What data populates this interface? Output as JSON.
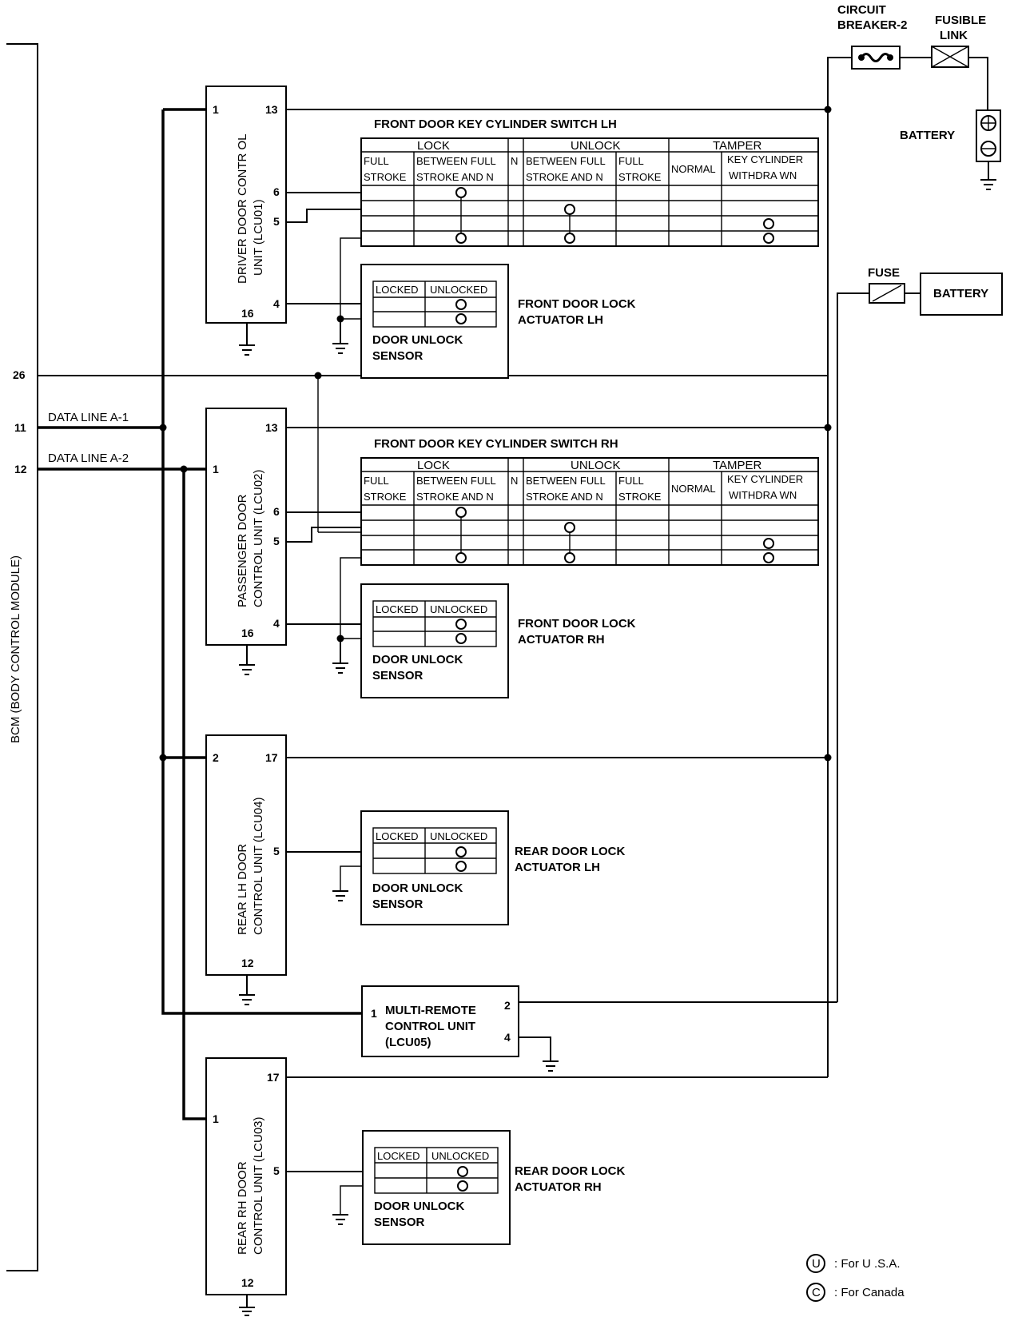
{
  "bcm": {
    "label": "BCM (BODY CONTROL MODULE)",
    "pins": {
      "p26": "26",
      "p11": "11",
      "p12": "12"
    }
  },
  "data_lines": {
    "a1": "DATA LINE A-1",
    "a2": "DATA LINE A-2"
  },
  "power": {
    "circuit_breaker": {
      "line1": "CIRCUIT",
      "line2": "BREAKER-2"
    },
    "fusible_link": {
      "line1": "FUSIBLE",
      "line2": "LINK"
    },
    "battery_top": "BATTERY",
    "fuse": "FUSE",
    "battery_canada": "BATTERY"
  },
  "units": {
    "lcu01": {
      "line1": "DRIVER DOOR CONTR OL",
      "line2": "UNIT (LCU01)",
      "pins": [
        "1",
        "13",
        "6",
        "5",
        "4",
        "16"
      ]
    },
    "lcu02": {
      "line1": "PASSENGER DOOR",
      "line2": "CONTROL UNIT (LCU02)",
      "pins": [
        "13",
        "1",
        "6",
        "5",
        "4",
        "16"
      ]
    },
    "lcu04": {
      "line1": "REAR LH DOOR",
      "line2": "CONTROL UNIT (LCU04)",
      "pins": [
        "2",
        "17",
        "5",
        "12"
      ]
    },
    "lcu05": {
      "line1": "MULTI-REMOTE",
      "line2": "CONTROL UNIT",
      "line3": "(LCU05)",
      "pins": [
        "1",
        "2",
        "4"
      ]
    },
    "lcu03": {
      "line1": "REAR RH DOOR",
      "line2": "CONTROL UNIT (LCU03)",
      "pins": [
        "17",
        "1",
        "5",
        "12"
      ]
    }
  },
  "key_switch_lh": {
    "title": "FRONT DOOR KEY CYLINDER SWITCH LH",
    "lock": "LOCK",
    "unlock": "UNLOCK",
    "tamper": "TAMPER",
    "full": "FULL",
    "stroke": "STROKE",
    "between_1": "BETWEEN FULL",
    "between_2": "STROKE AND N",
    "n": "N",
    "normal": "NORMAL",
    "key_cyl_1": "KEY CYLINDER",
    "key_cyl_2": "WITHDRA WN"
  },
  "key_switch_rh": {
    "title": "FRONT DOOR KEY CYLINDER SWITCH RH",
    "lock": "LOCK",
    "unlock": "UNLOCK",
    "tamper": "TAMPER",
    "full": "FULL",
    "stroke": "STROKE",
    "between_1": "BETWEEN FULL",
    "between_2": "STROKE AND N",
    "n": "N",
    "normal": "NORMAL",
    "key_cyl_1": "KEY CYLINDER",
    "key_cyl_2": "WITHDRA WN"
  },
  "actuators": {
    "fl": {
      "line1": "FRONT DOOR LOCK",
      "line2": "ACTUATOR LH"
    },
    "fr": {
      "line1": "FRONT DOOR LOCK",
      "line2": "ACTUATOR RH"
    },
    "rl": {
      "line1": "REAR DOOR LOCK",
      "line2": "ACTUATOR LH"
    },
    "rr": {
      "line1": "REAR DOOR LOCK",
      "line2": "ACTUATOR RH"
    }
  },
  "sensor": {
    "locked": "LOCKED",
    "unlocked": "UNLOCKED",
    "line1": "DOOR UNLOCK",
    "line2": "SENSOR"
  },
  "legend": {
    "u_symbol": "U",
    "u_text": ": For U .S.A.",
    "c_symbol": "C",
    "c_text": ": For Canada"
  }
}
